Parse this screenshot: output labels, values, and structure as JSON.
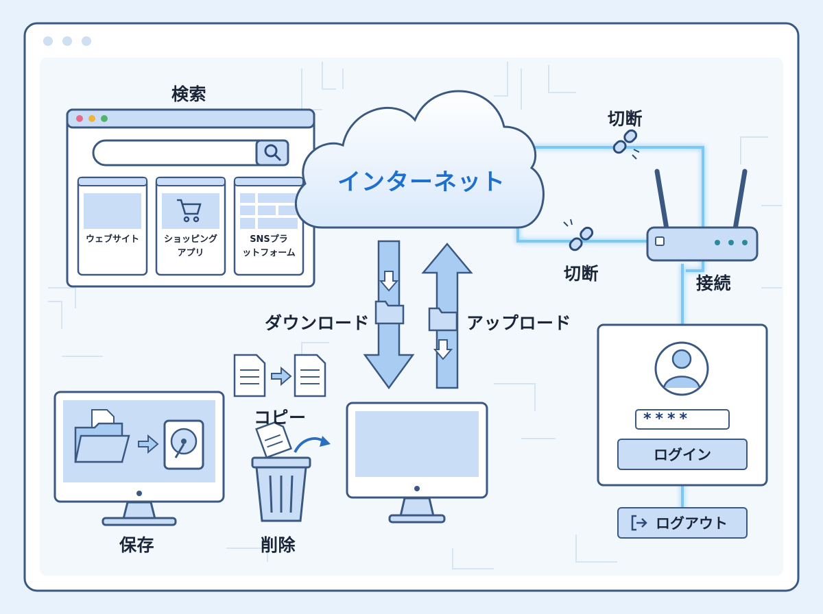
{
  "labels": {
    "search": "検索",
    "internet": "インターネット",
    "disconnect_top": "切断",
    "disconnect_bottom": "切断",
    "connect": "接続",
    "download": "ダウンロード",
    "upload": "アップロード",
    "copy": "コピー",
    "save": "保存",
    "delete": "削除"
  },
  "browser": {
    "tiles": [
      {
        "label": "ウェブサイト"
      },
      {
        "label": "ショッピング\nアプリ"
      },
      {
        "label": "SNSプラ\nットフォーム"
      }
    ]
  },
  "login": {
    "password_mask": "****",
    "login_button": "ログイン",
    "logout_button": "ログアウト"
  },
  "colors": {
    "background": "#e8f2fc",
    "stroke": "#3a5880",
    "fill_light": "#c9def6",
    "accent": "#1f6fcf",
    "glow": "#7cc8f5"
  },
  "icons": [
    "search-icon",
    "cart-icon",
    "chain-link-icon",
    "router-icon",
    "user-avatar-icon",
    "document-icon",
    "folder-icon",
    "hard-drive-icon",
    "trash-icon",
    "monitor-icon",
    "logout-icon"
  ]
}
